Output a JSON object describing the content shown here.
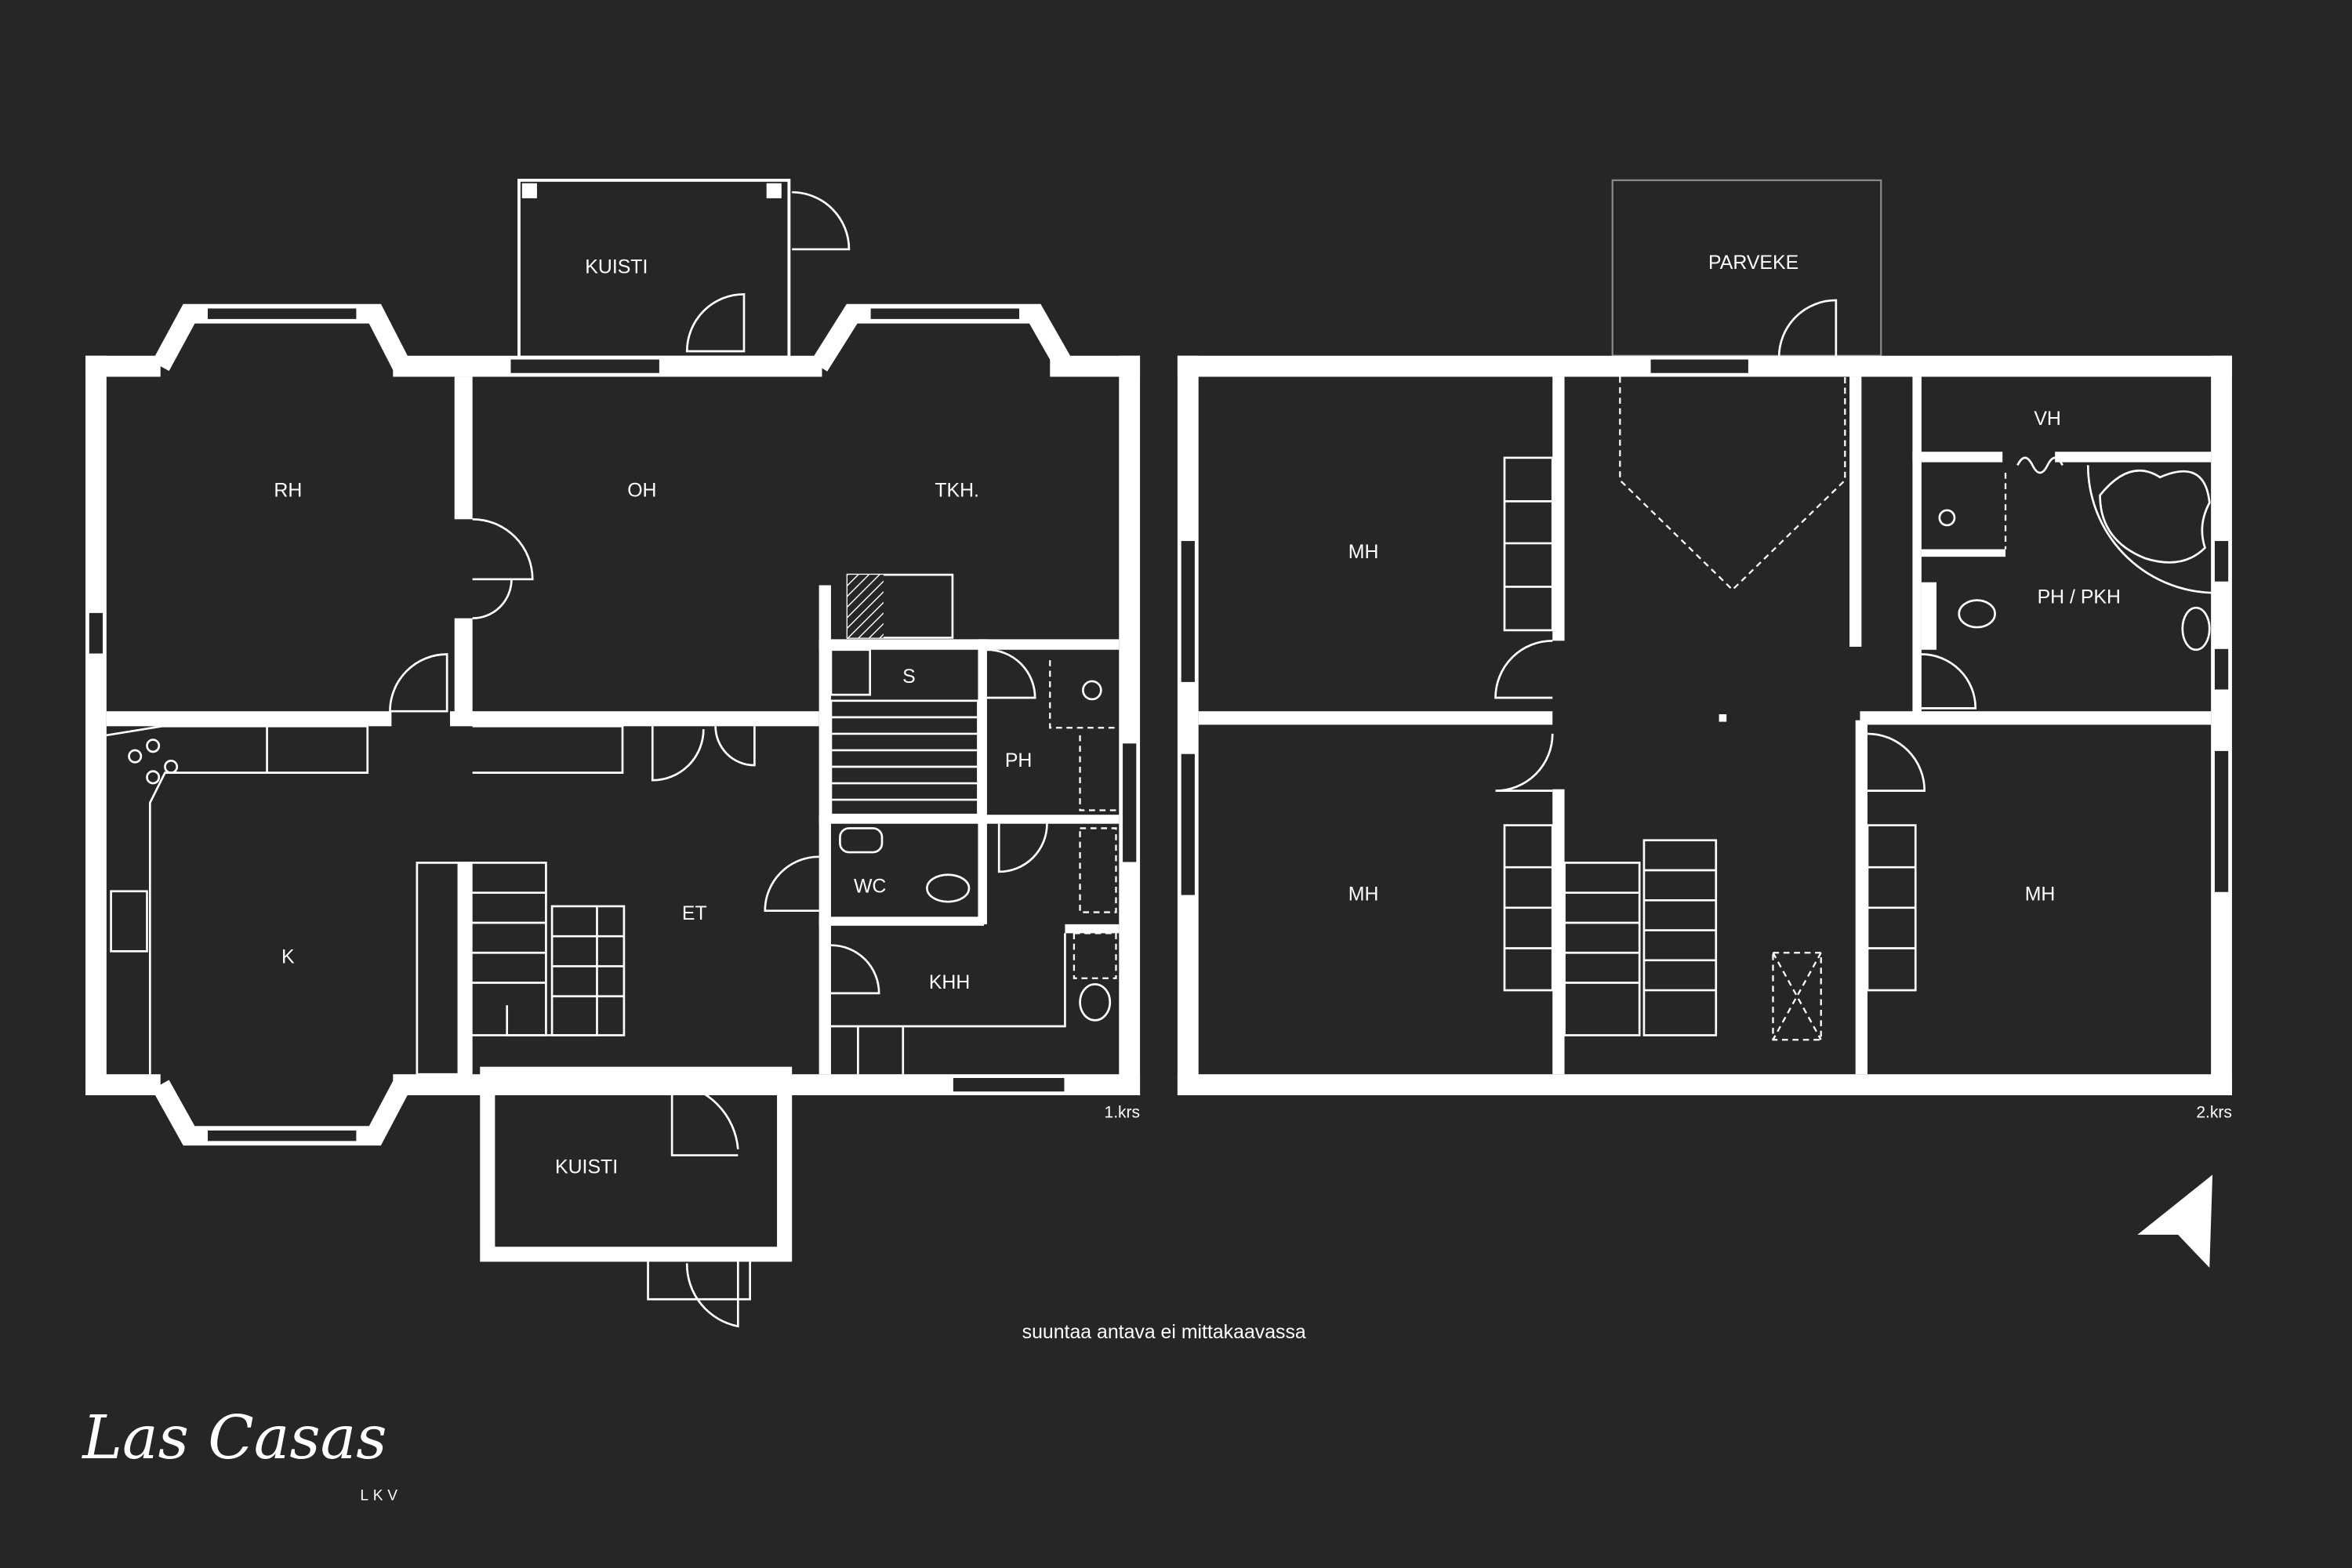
{
  "floor1": {
    "label": "1.krs",
    "rooms": {
      "kuisti_top": "KUISTI",
      "rh": "RH",
      "oh": "OH",
      "tkh": "TKH.",
      "s": "S",
      "ph": "PH",
      "wc": "WC",
      "et": "ET",
      "k": "K",
      "khh": "KHH",
      "kuisti_bottom": "KUISTI"
    }
  },
  "floor2": {
    "label": "2.krs",
    "rooms": {
      "parveke": "PARVEKE",
      "mh_top_left": "MH",
      "mh_bottom_left": "MH",
      "mh_right": "MH",
      "vh": "VH",
      "ph_pkh": "PH / PKH"
    }
  },
  "note": "suuntaa antava ei mittakaavassa",
  "logo": {
    "name": "Las Casas",
    "sub": "LKV"
  },
  "colors": {
    "background": "#262626",
    "walls": "#ffffff"
  },
  "icons": [
    "north-arrow-icon"
  ]
}
